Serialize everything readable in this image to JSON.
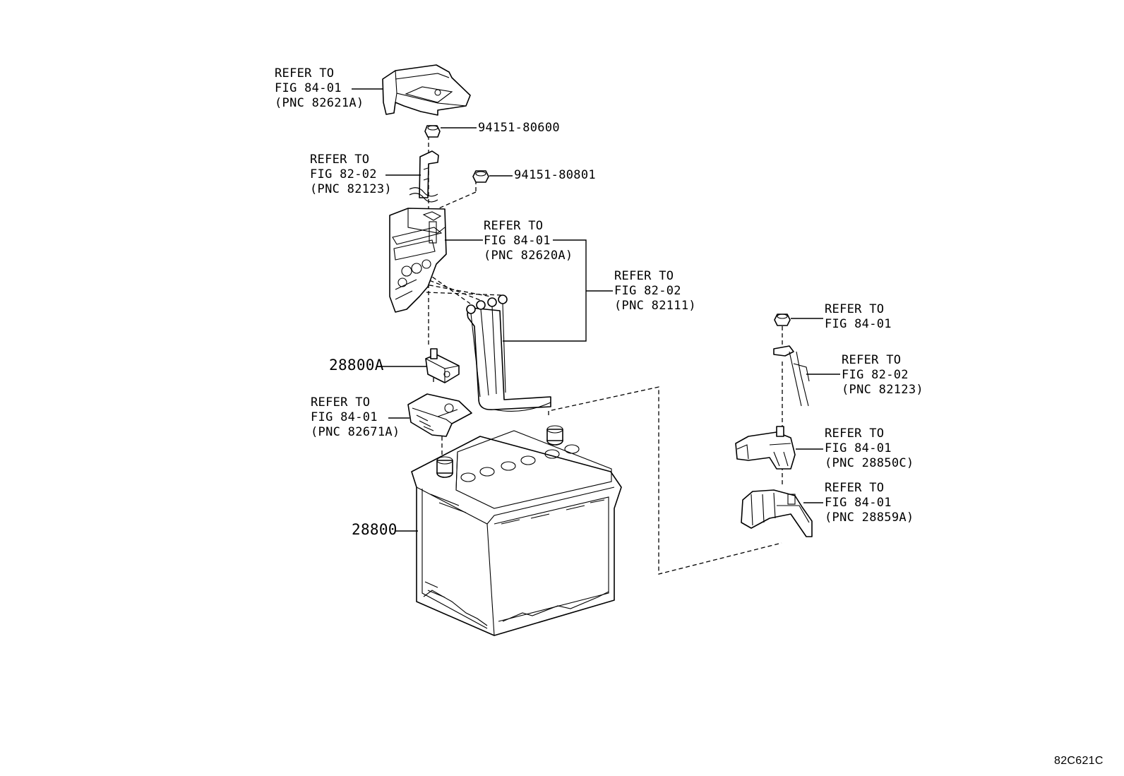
{
  "callouts": {
    "pnc_82621A": [
      "REFER TO",
      "FIG 84-01",
      "(PNC 82621A)"
    ],
    "nut_80600": "94151-80600",
    "pnc_82123_left": [
      "REFER TO",
      "FIG 82-02",
      "(PNC 82123)"
    ],
    "nut_80801": "94151-80801",
    "pnc_82620A": [
      "REFER TO",
      "FIG 84-01",
      "(PNC 82620A)"
    ],
    "pnc_82111": [
      "REFER TO",
      "FIG 82-02",
      "(PNC 82111)"
    ],
    "part_28800A": "28800A",
    "pnc_82671A": [
      "REFER TO",
      "FIG 84-01",
      "(PNC 82671A)"
    ],
    "part_28800": "28800",
    "right_nut": [
      "REFER TO",
      "FIG 84-01"
    ],
    "pnc_82123_right": [
      "REFER TO",
      "FIG 82-02",
      "(PNC 82123)"
    ],
    "pnc_28850C": [
      "REFER TO",
      "FIG 84-01",
      "(PNC 28850C)"
    ],
    "pnc_28859A": [
      "REFER TO",
      "FIG 84-01",
      "(PNC 28859A)"
    ]
  },
  "figure_code": "82C621C"
}
